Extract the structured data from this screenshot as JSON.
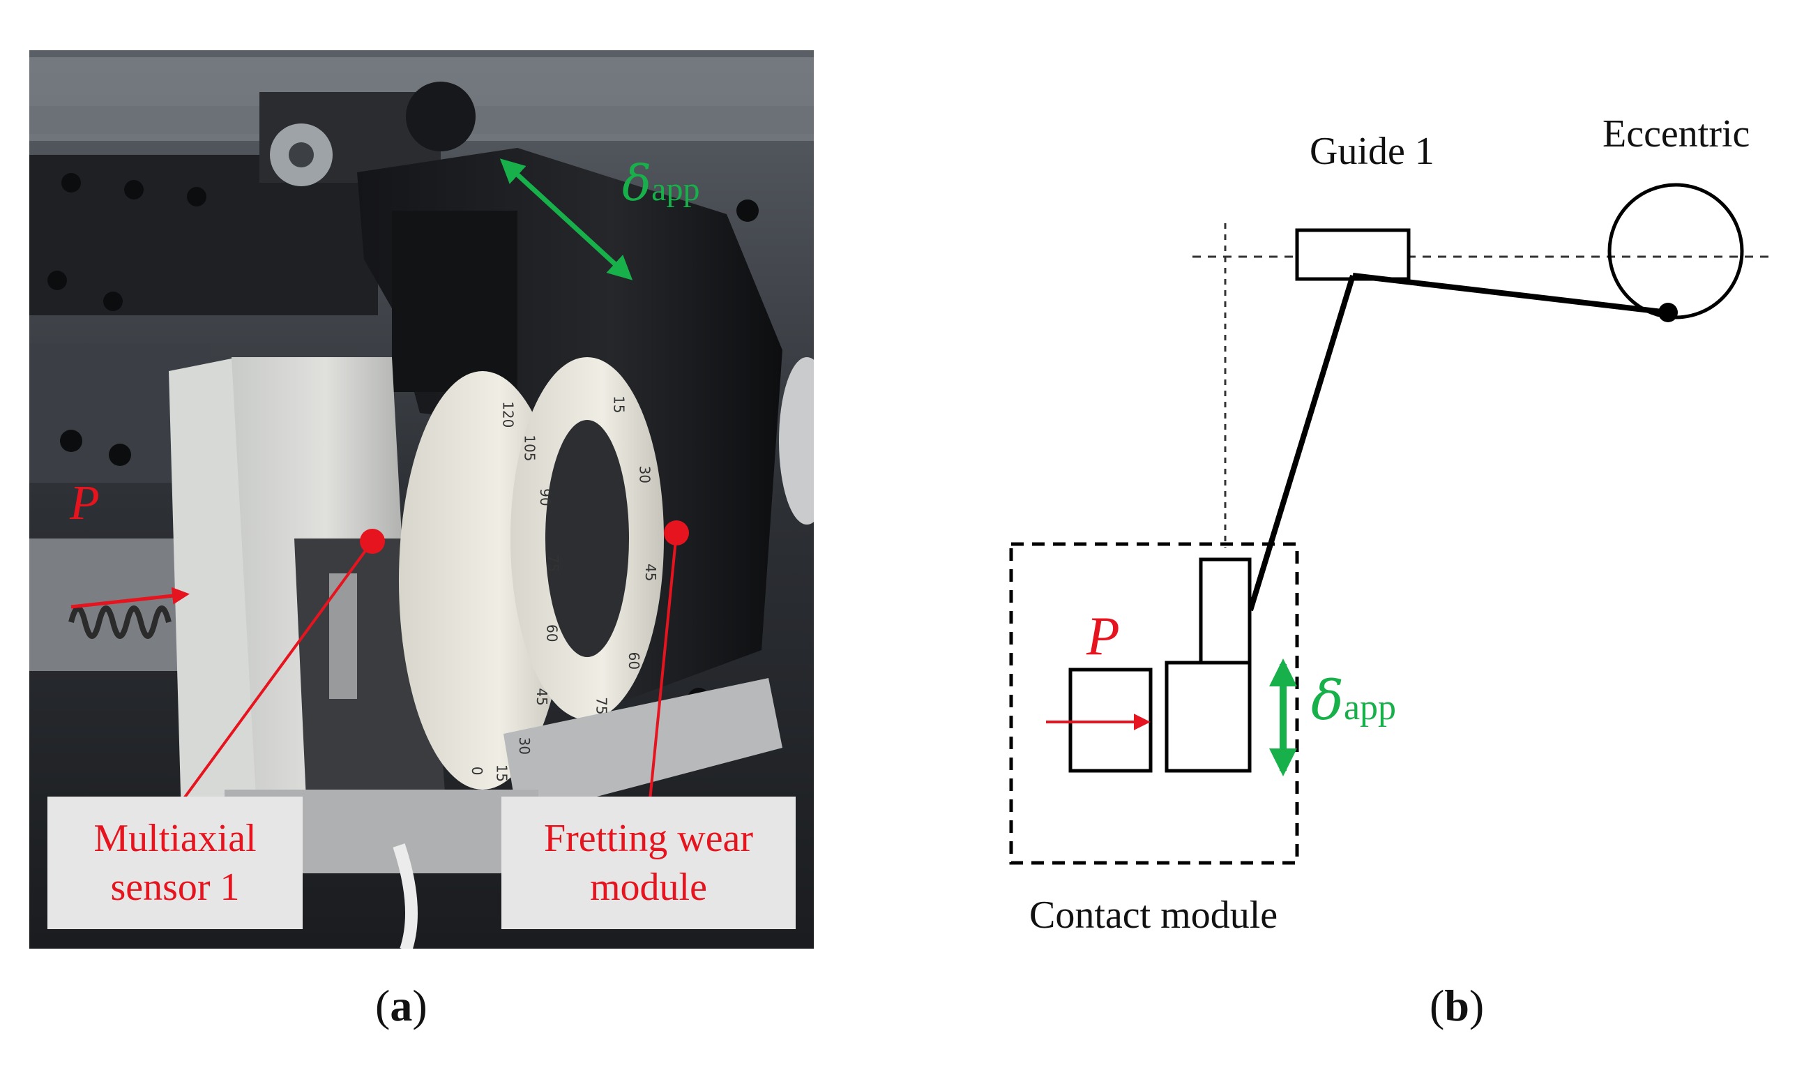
{
  "panel_a": {
    "label_open": "(",
    "label_letter": "a",
    "label_close": ")",
    "load_symbol": "P",
    "displacement_symbol": "δ",
    "displacement_subscript": "app",
    "callout_sensor": "Multiaxial\nsensor 1",
    "callout_module": "Fretting wear\nmodule",
    "dial_left_ticks": [
      "0",
      "15",
      "30",
      "45",
      "60",
      "75",
      "90",
      "105",
      "120"
    ],
    "dial_right_ticks": [
      "15",
      "30",
      "45",
      "60",
      "75"
    ],
    "colors": {
      "annotation_red": "#e6141e",
      "annotation_green": "#18b04a"
    }
  },
  "panel_b": {
    "label_open": "(",
    "label_letter": "b",
    "label_close": ")",
    "guide_label": "Guide 1",
    "eccentric_label": "Eccentric",
    "contact_label": "Contact module",
    "load_symbol": "P",
    "displacement_symbol": "δ",
    "displacement_subscript": "app"
  }
}
